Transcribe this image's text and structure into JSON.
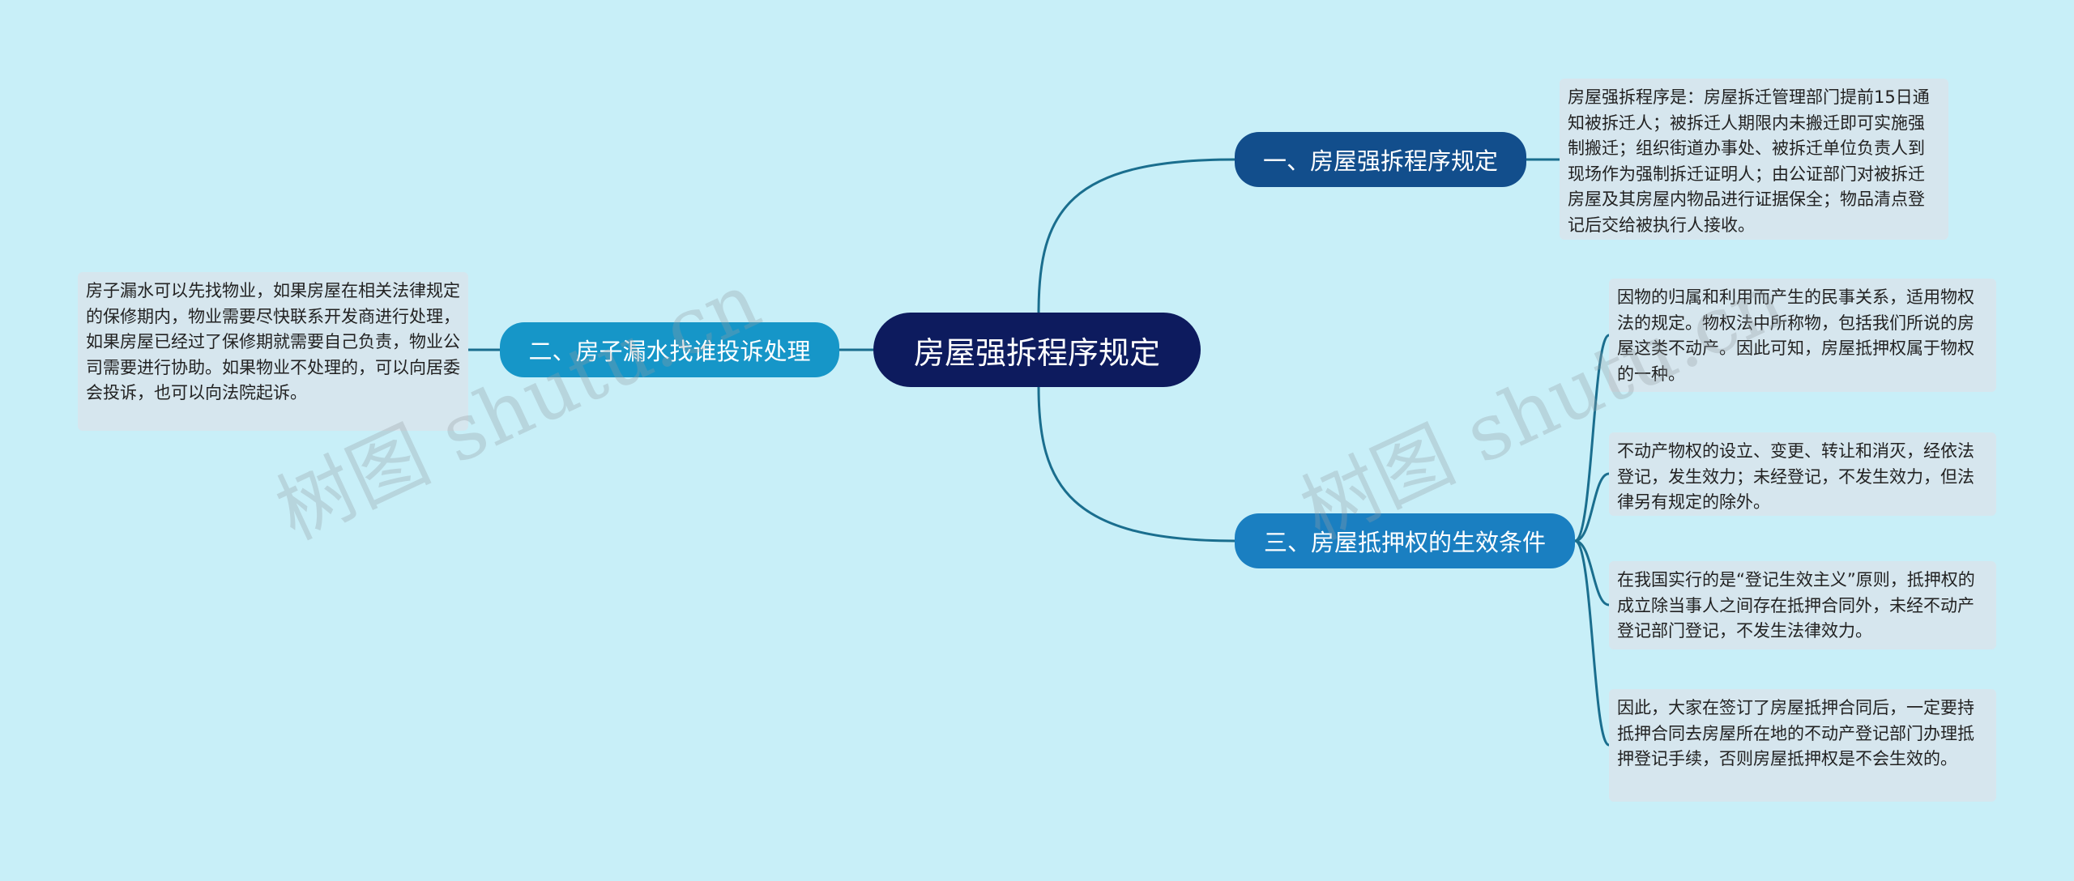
{
  "root": {
    "label": "房屋强拆程序规定"
  },
  "branches": [
    {
      "label": "一、房屋强拆程序规定"
    },
    {
      "label": "二、房子漏水找谁投诉处理"
    },
    {
      "label": "三、房屋抵押权的生效条件"
    }
  ],
  "notes": [
    {
      "text": "房屋强拆程序是：房屋拆迁管理部门提前15日通知被拆迁人；被拆迁人期限内未搬迁即可实施强制搬迁；组织街道办事处、被拆迁单位负责人到现场作为强制拆迁证明人；由公证部门对被拆迁房屋及其房屋内物品进行证据保全；物品清点登记后交给被执行人接收。"
    },
    {
      "text": "房子漏水可以先找物业，如果房屋在相关法律规定的保修期内，物业需要尽快联系开发商进行处理，如果房屋已经过了保修期就需要自己负责，物业公司需要进行协助。如果物业不处理的，可以向居委会投诉，也可以向法院起诉。"
    },
    {
      "text": "因物的归属和利用而产生的民事关系，适用物权法的规定。物权法中所称物，包括我们所说的房屋这类不动产。因此可知，房屋抵押权属于物权的一种。"
    },
    {
      "text": "不动产物权的设立、变更、转让和消灭，经依法登记，发生效力；未经登记，不发生效力，但法律另有规定的除外。"
    },
    {
      "text": "在我国实行的是“登记生效主义”原则，抵押权的成立除当事人之间存在抵押合同外，未经不动产登记部门登记，不发生法律效力。"
    },
    {
      "text": "因此，大家在签订了房屋抵押合同后，一定要持抵押合同去房屋所在地的不动产登记部门办理抵押登记手续，否则房屋抵押权是不会生效的。"
    }
  ],
  "watermark": "树图 shutu.cn",
  "colors": {
    "background": "#c8eff8",
    "root": "#0d1b5e",
    "branch1": "#124e8c",
    "branch2": "#1696c8",
    "branch3": "#1a7fc1",
    "note": "#d6e6ee",
    "line": "#1a6e8e"
  }
}
